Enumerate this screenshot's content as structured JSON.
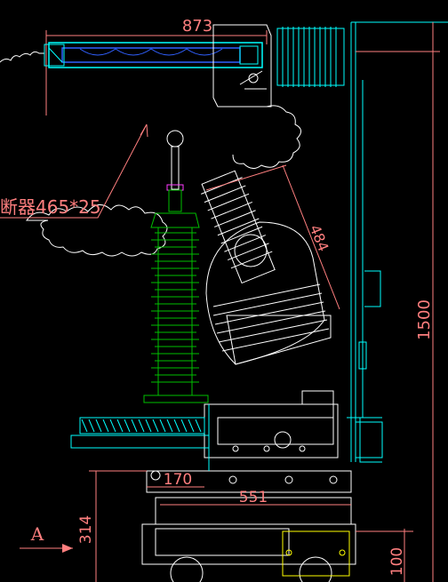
{
  "dimensions": {
    "top_length": "873",
    "insulator_length": "484",
    "height_total": "1500",
    "small_offset": "170",
    "carriage_length": "551",
    "base_height": "314",
    "wheel_height": "100"
  },
  "annotation": {
    "breaker_label": "断器465*25"
  },
  "view_label": "A",
  "colors": {
    "background": "#000000",
    "dimension": "#ff7f7f",
    "frame": "#00ffff",
    "white_line": "#ffffff",
    "insulator_green": "#00c000",
    "cyl_blue": "#3060ff",
    "accent_yellow": "#ffff00"
  }
}
